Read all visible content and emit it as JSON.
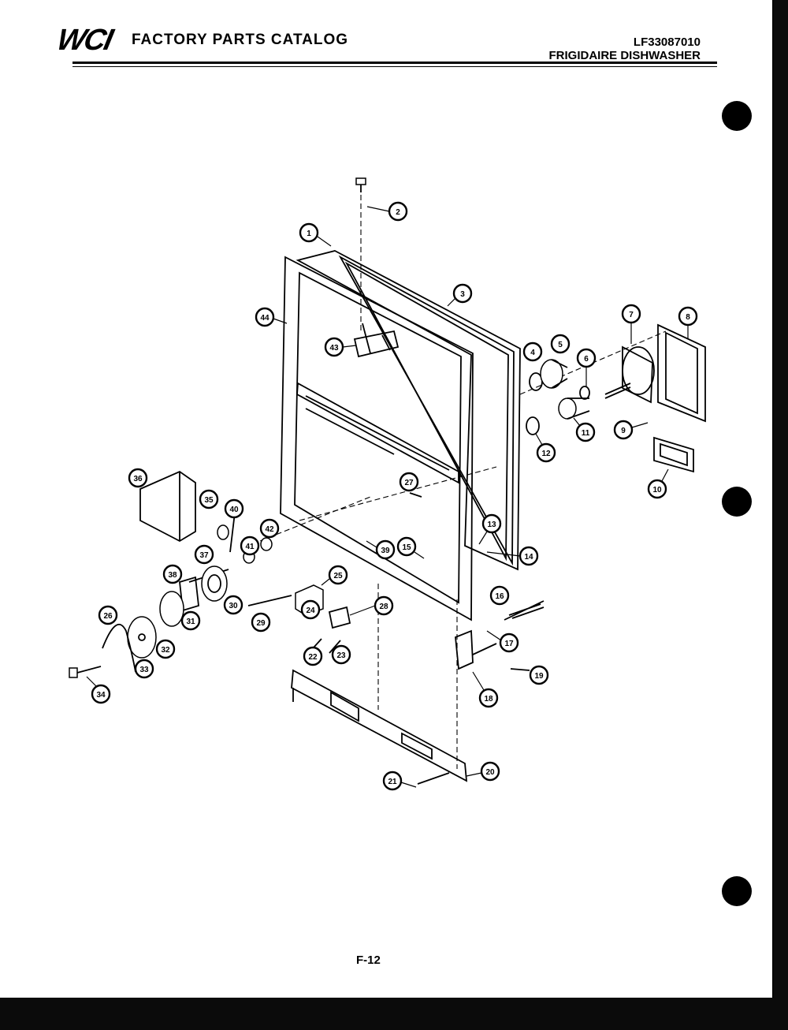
{
  "header": {
    "logo_text": "WCI",
    "catalog_title": "FACTORY PARTS CATALOG",
    "model_number": "LF33087010",
    "product_name": "FRIGIDAIRE DISHWASHER"
  },
  "footer": {
    "page_number": "F-12"
  },
  "callouts": [
    "1",
    "2",
    "3",
    "4",
    "5",
    "6",
    "7",
    "8",
    "9",
    "10",
    "11",
    "12",
    "13",
    "14",
    "15",
    "16",
    "17",
    "18",
    "19",
    "20",
    "21",
    "22",
    "23",
    "24",
    "25",
    "26",
    "27",
    "28",
    "29",
    "30",
    "31",
    "32",
    "33",
    "34",
    "35",
    "36",
    "37",
    "38",
    "39",
    "40",
    "41",
    "42",
    "43",
    "44"
  ],
  "colors": {
    "ink": "#000000",
    "paper": "#ffffff"
  }
}
